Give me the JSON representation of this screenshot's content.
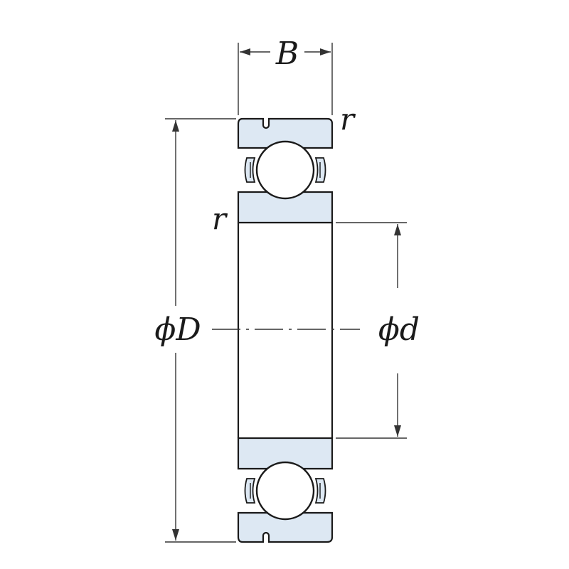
{
  "labels": {
    "width": "B",
    "radius_top": "r",
    "radius_mid": "r",
    "outer_diameter": "ϕD",
    "inner_diameter": "ϕd"
  },
  "colors": {
    "ring_fill": "#dde8f3",
    "outline": "#1a1a1a",
    "dimension_line": "#333333"
  }
}
